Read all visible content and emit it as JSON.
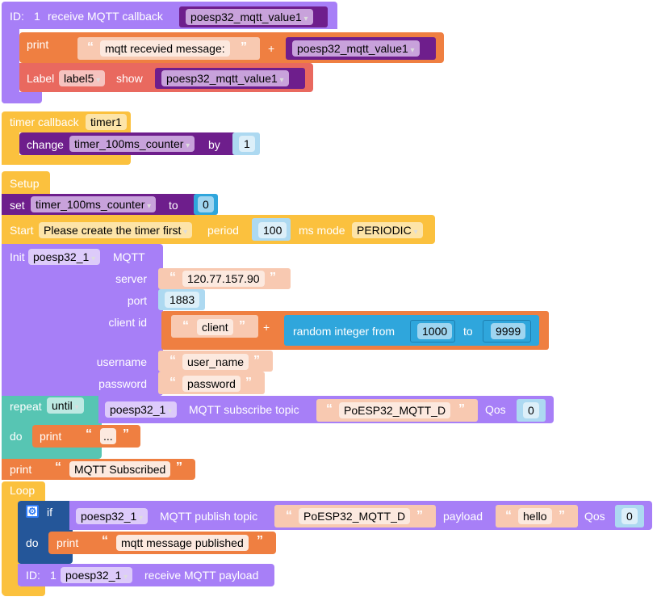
{
  "mqtt_callback": {
    "id_label": "ID:",
    "id_value": "1",
    "title": "receive MQTT callback",
    "variable": "poesp32_mqtt_value1",
    "print_label": "print",
    "print_text": "mqtt recevied message:",
    "plus": "+",
    "print_var": "poesp32_mqtt_value1",
    "label_keyword": "Label",
    "label_name": "label5",
    "show_keyword": "show",
    "label_var": "poesp32_mqtt_value1"
  },
  "timer_callback": {
    "title": "timer callback",
    "timer_name": "timer1",
    "change_label": "change",
    "variable": "timer_100ms_counter",
    "by_label": "by",
    "by_value": "1"
  },
  "setup": {
    "title": "Setup",
    "set_label": "set",
    "set_variable": "timer_100ms_counter",
    "to_label": "to",
    "set_value": "0",
    "start_label": "Start",
    "timer_select": "Please create the timer first",
    "period_label": "period",
    "period_value": "100",
    "ms_mode_label": "ms mode",
    "mode_select": "PERIODIC",
    "init_label": "Init",
    "device": "poesp32_1",
    "mqtt_label": "MQTT",
    "server_label": "server",
    "server_value": "120.77.157.90",
    "port_label": "port",
    "port_value": "1883",
    "client_id_label": "client id",
    "client_text": "client",
    "plus": "+",
    "random_label": "random integer from",
    "random_from": "1000",
    "random_to_label": "to",
    "random_to": "9999",
    "username_label": "username",
    "username_value": "user_name",
    "password_label": "password",
    "password_value": "password",
    "repeat_label": "repeat",
    "repeat_mode": "until",
    "sub_device": "poesp32_1",
    "subscribe_label": "MQTT subscribe topic",
    "subscribe_topic": "PoESP32_MQTT_D",
    "qos_label": "Qos",
    "qos_value": "0",
    "do_label": "do",
    "do_print_label": "print",
    "do_print_text": "...",
    "print_label": "print",
    "print_text": "MQTT Subscribed"
  },
  "loop": {
    "title": "Loop",
    "if_label": "if",
    "pub_device": "poesp32_1",
    "publish_label": "MQTT publish topic",
    "publish_topic": "PoESP32_MQTT_D",
    "payload_label": "payload",
    "payload_value": "hello",
    "qos_label": "Qos",
    "qos_value": "0",
    "do_label": "do",
    "print_label": "print",
    "print_text": "mqtt message published",
    "id_label": "ID:",
    "id_value": "1",
    "recv_device": "poesp32_1",
    "recv_label": "receive MQTT payload"
  },
  "quotes": {
    "open": "“",
    "close": "”"
  }
}
